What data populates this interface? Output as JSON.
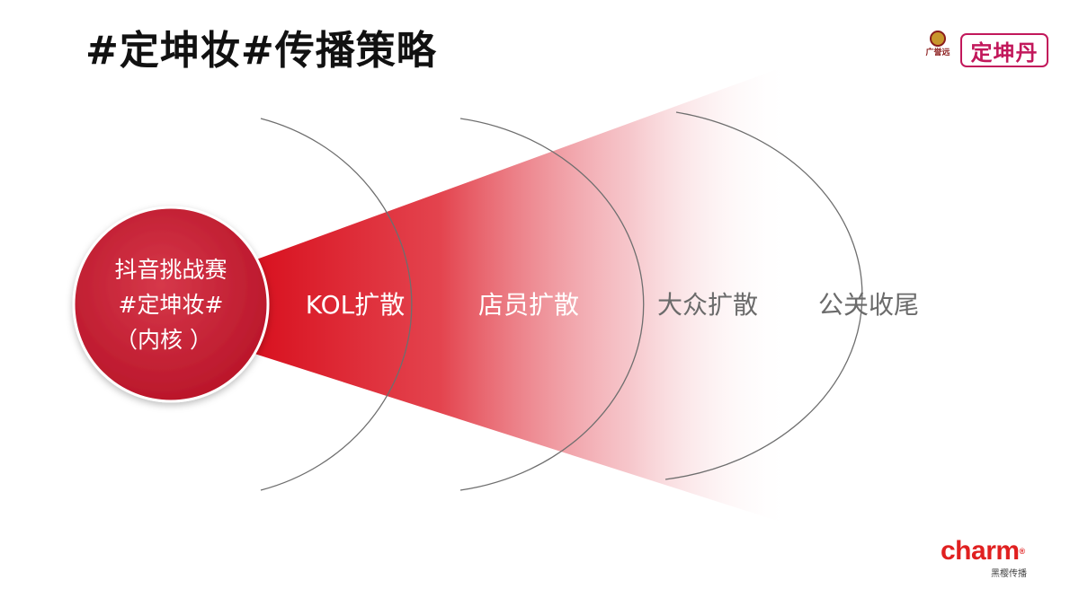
{
  "title": "#定坤妆#传播策略",
  "brand": {
    "emblem_name": "广誉远",
    "logo_text": "定坤丹",
    "charm_word": "charm",
    "charm_reg": "®",
    "charm_sub": "黑樱传播"
  },
  "diagram": {
    "core_lines": [
      "抖音挑战赛",
      "#定坤妆#",
      "（内核 ）"
    ],
    "stages": [
      {
        "label": "KOL扩散",
        "color": "#ffffff"
      },
      {
        "label": "店员扩散",
        "color": "#ffffff"
      },
      {
        "label": "大众扩散",
        "color": "#6b6b6b"
      },
      {
        "label": "公关收尾",
        "color": "#6b6b6b"
      }
    ],
    "colors": {
      "core_fill": "#c61e33",
      "cone_start": "#d8101e",
      "arc_stroke": "#6e6e6e"
    }
  }
}
